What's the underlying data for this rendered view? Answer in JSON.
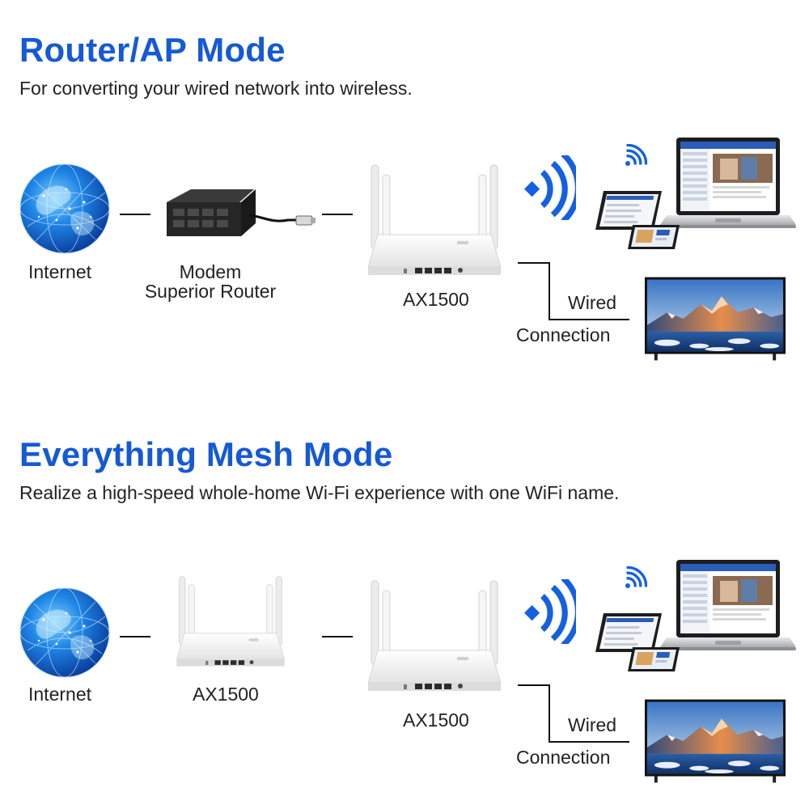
{
  "colors": {
    "accent": "#1559d6",
    "wifi": "#1560e0",
    "line": "#111111"
  },
  "router_ap": {
    "title": "Router/AP Mode",
    "subtitle": "For converting your wired network into wireless.",
    "internet_label": "Internet",
    "modem_label_line1": "Modem",
    "modem_label_line2": "Superior Router",
    "router_label": "AX1500",
    "wired_label_line1": "Wired",
    "wired_label_line2": "Connection",
    "icons": [
      "globe-icon",
      "modem-icon",
      "ethernet-cable-icon",
      "router-icon",
      "wifi-signal-icon",
      "laptop-icon",
      "tablet-icon",
      "phone-icon",
      "tv-icon"
    ]
  },
  "mesh": {
    "title": "Everything Mesh Mode",
    "subtitle": "Realize a high-speed whole-home Wi-Fi experience with one WiFi name.",
    "internet_label": "Internet",
    "router1_label": "AX1500",
    "router2_label": "AX1500",
    "wired_label_line1": "Wired",
    "wired_label_line2": "Connection",
    "icons": [
      "globe-icon",
      "router-icon",
      "router-icon",
      "wifi-signal-icon",
      "laptop-icon",
      "tablet-icon",
      "phone-icon",
      "tv-icon"
    ]
  }
}
